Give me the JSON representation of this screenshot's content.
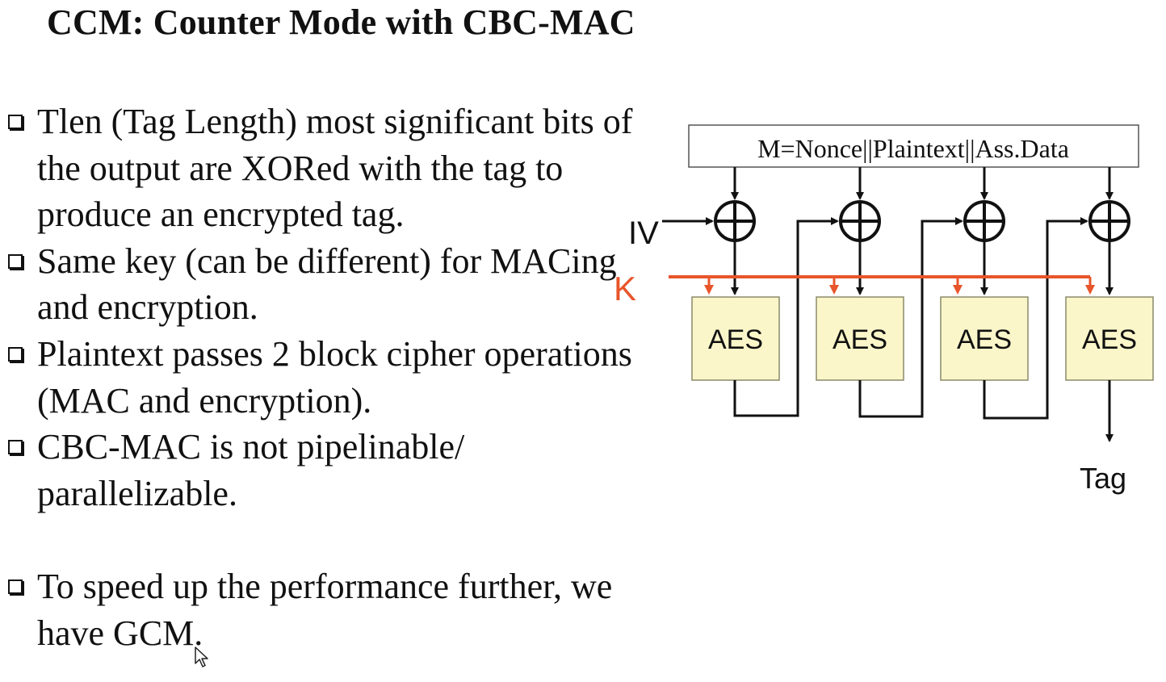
{
  "slide": {
    "title": "CCM: Counter Mode with CBC-MAC",
    "bullets": [
      "Tlen (Tag Length) most significant bits of the output are XORed with the tag to produce an encrypted tag.",
      "Same key (can be different) for MACing and encryption.",
      "Plaintext passes 2 block cipher operations (MAC and encryption).",
      "CBC-MAC is not pipelinable/ parallelizable.",
      "To speed up the performance further, we have GCM."
    ]
  },
  "diagram": {
    "input_label": "M=Nonce||Plaintext||Ass.Data",
    "iv_label": "IV",
    "key_label": "K",
    "block_labels": [
      "AES",
      "AES",
      "AES",
      "AES"
    ],
    "output_label": "Tag",
    "colors": {
      "key_line": "#e8552a",
      "aes_fill": "#fbf6c9",
      "aes_border": "#8a8a6a",
      "line": "#111111"
    }
  }
}
